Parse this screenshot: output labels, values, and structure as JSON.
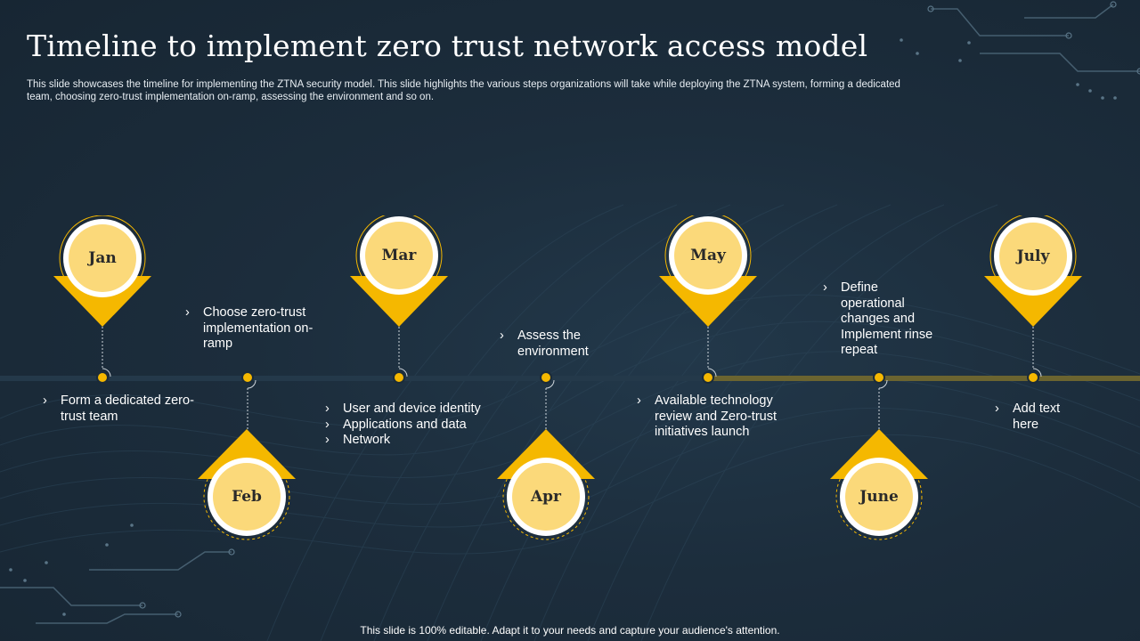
{
  "title": "Timeline to implement zero trust network access model",
  "subtitle": "This slide showcases the timeline for implementing the ZTNA security model. This slide highlights the various steps organizations will take while deploying the ZTNA system, forming a dedicated team, choosing zero-trust implementation on-ramp, assessing the environment and so on.",
  "footer": "This slide is 100% editable. Adapt it to your needs and capture your audience's attention.",
  "colors": {
    "accent": "#f5b800",
    "circle_fill": "#fbd97a",
    "background": "#1b2b39",
    "timeline_highlight": "#6b6430"
  },
  "bullet_icon": "chevron-right-icon",
  "months": [
    {
      "label": "Jan",
      "notes": [
        "Form a dedicated zero-trust team"
      ]
    },
    {
      "label": "Feb",
      "notes": [
        "Choose zero-trust implementation on-ramp"
      ]
    },
    {
      "label": "Mar",
      "notes": [
        "User and device identity",
        "Applications and data",
        "Network"
      ]
    },
    {
      "label": "Apr",
      "notes": [
        "Assess the environment"
      ]
    },
    {
      "label": "May",
      "notes": [
        "Available technology review and Zero-trust initiatives launch"
      ]
    },
    {
      "label": "June",
      "notes": [
        "Define operational changes and Implement rinse repeat"
      ]
    },
    {
      "label": "July",
      "notes": [
        "Add text here"
      ]
    }
  ]
}
